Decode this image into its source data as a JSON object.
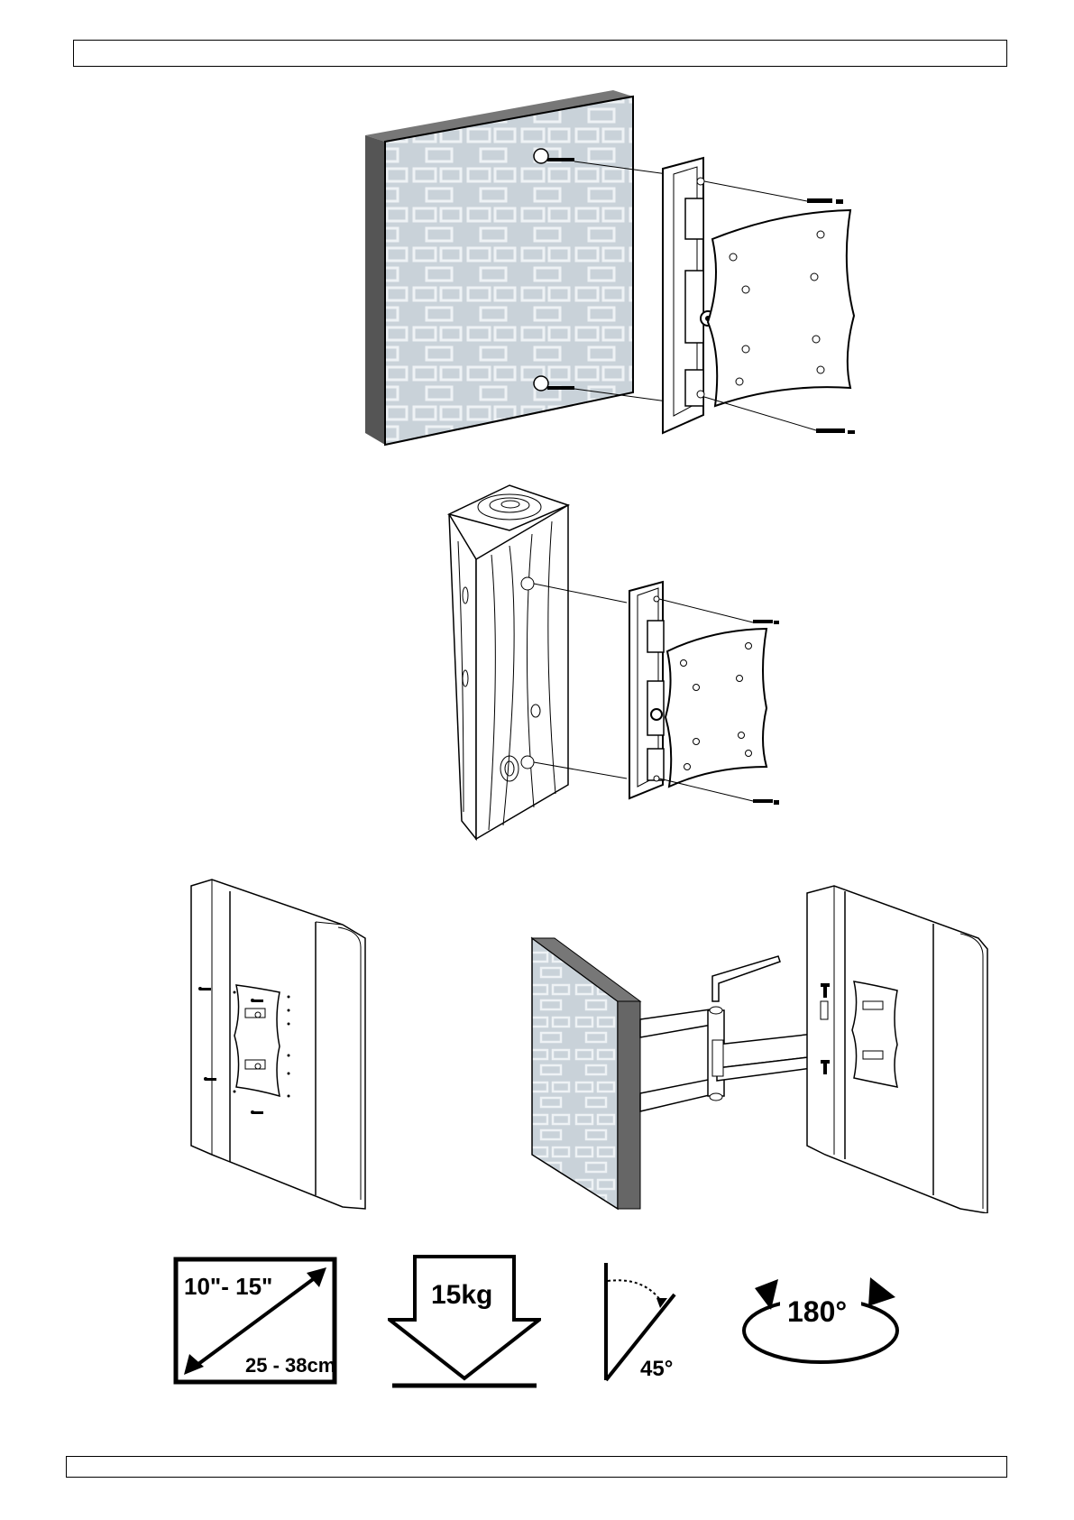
{
  "specs": {
    "screen_size_inch": "10\"- 15\"",
    "screen_size_cm": "25 - 38cm",
    "max_load": "15kg",
    "tilt_angle": "45°",
    "swivel_angle": "180°"
  },
  "colors": {
    "brick_face": "#c9d2d9",
    "brick_mortar": "#eef2f5",
    "wall_side": "#555555",
    "line": "#000000"
  }
}
